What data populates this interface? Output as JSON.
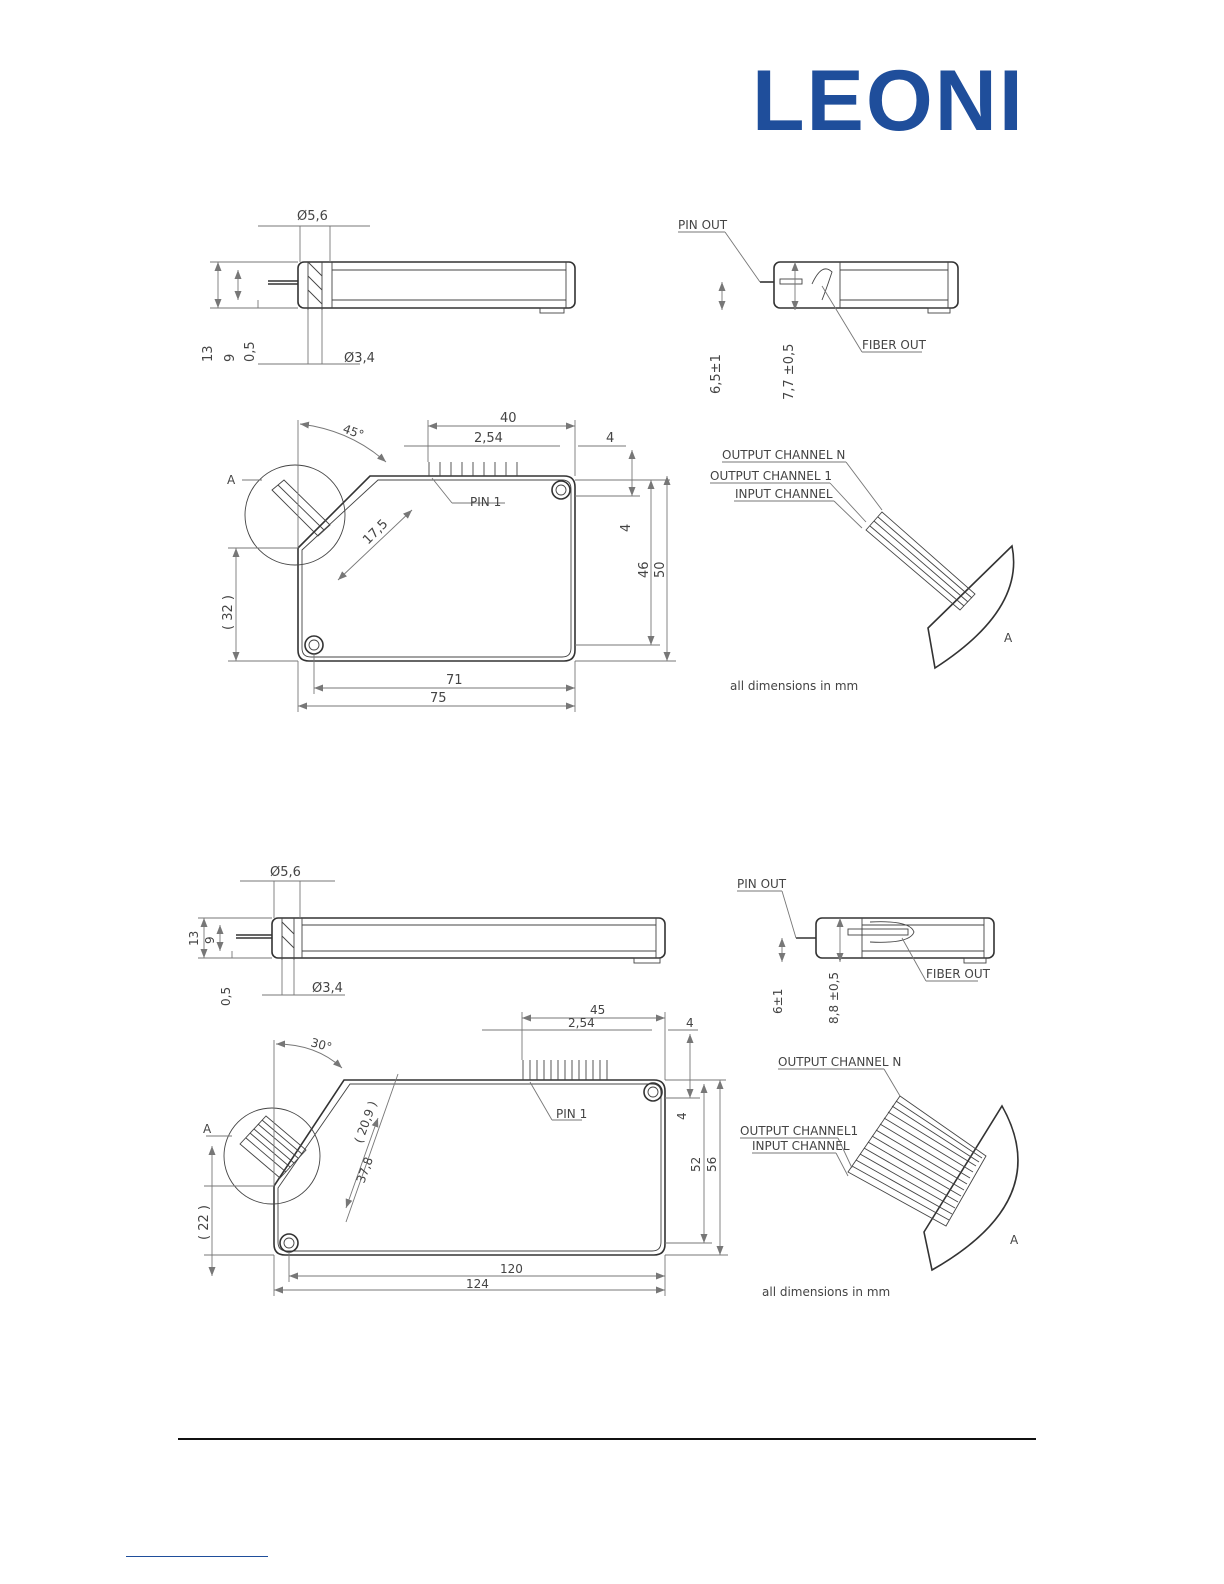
{
  "logo": {
    "text": "LEONI",
    "color": "#1f4e9b"
  },
  "drawing1": {
    "side_view": {
      "dia_top": "Ø5,6",
      "dia_bottom": "Ø3,4",
      "h13": "13",
      "h9": "9",
      "h05": "0,5"
    },
    "end_view": {
      "pin_out": "PIN OUT",
      "fiber_out": "FIBER OUT",
      "h65": "6,5±1",
      "h77": "7,7 ±0,5"
    },
    "top_view": {
      "w40": "40",
      "p254": "2,54",
      "d4a": "4",
      "angle": "45°",
      "pin1": "PIN 1",
      "d175": "17,5",
      "d4b": "4",
      "h46": "46",
      "h50": "50",
      "h32": "( 32 )",
      "w71": "71",
      "w75": "75",
      "detail": "A"
    },
    "detail_view": {
      "out_n": "OUTPUT CHANNEL N",
      "out_1": "OUTPUT CHANNEL 1",
      "input": "INPUT CHANNEL",
      "detail": "A",
      "units": "all dimensions in mm"
    }
  },
  "drawing2": {
    "side_view": {
      "dia_top": "Ø5,6",
      "dia_bottom": "Ø3,4",
      "h13": "13",
      "h9": "9",
      "h05": "0,5"
    },
    "end_view": {
      "pin_out": "PIN OUT",
      "fiber_out": "FIBER OUT",
      "h61": "6±1",
      "h88": "8,8 ±0,5"
    },
    "top_view": {
      "w45": "45",
      "p254": "2,54",
      "d4a": "4",
      "angle": "30°",
      "pin1": "PIN 1",
      "d209": "( 20,9 )",
      "d378": "37,8",
      "d4b": "4",
      "h52": "52",
      "h56": "56",
      "h22": "( 22 )",
      "w120": "120",
      "w124": "124",
      "detail": "A"
    },
    "detail_view": {
      "out_n": "OUTPUT CHANNEL N",
      "out_1": "OUTPUT CHANNEL1",
      "input": "INPUT CHANNEL",
      "detail": "A",
      "units": "all dimensions in mm"
    }
  }
}
